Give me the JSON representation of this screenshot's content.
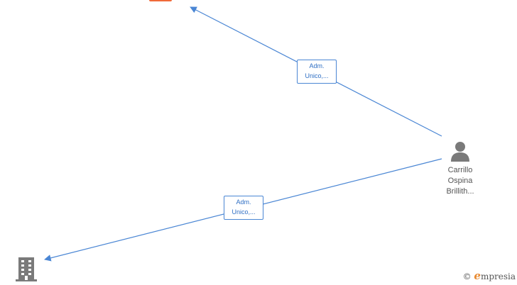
{
  "colors": {
    "edge": "#4a86d4",
    "node_icon": "#7a7a7a",
    "top_node": "#f06a3a",
    "brand_accent": "#e8892f"
  },
  "person": {
    "icon": "person-icon",
    "name_lines": [
      "Carrillo",
      "Ospina",
      "Brillith..."
    ]
  },
  "edges": [
    {
      "label_lines": [
        "Adm.",
        "Unico,..."
      ]
    },
    {
      "label_lines": [
        "Adm.",
        "Unico,..."
      ]
    }
  ],
  "building": {
    "icon": "building-icon"
  },
  "brand": {
    "copyright": "©",
    "initial": "e",
    "rest": "mpresia"
  }
}
